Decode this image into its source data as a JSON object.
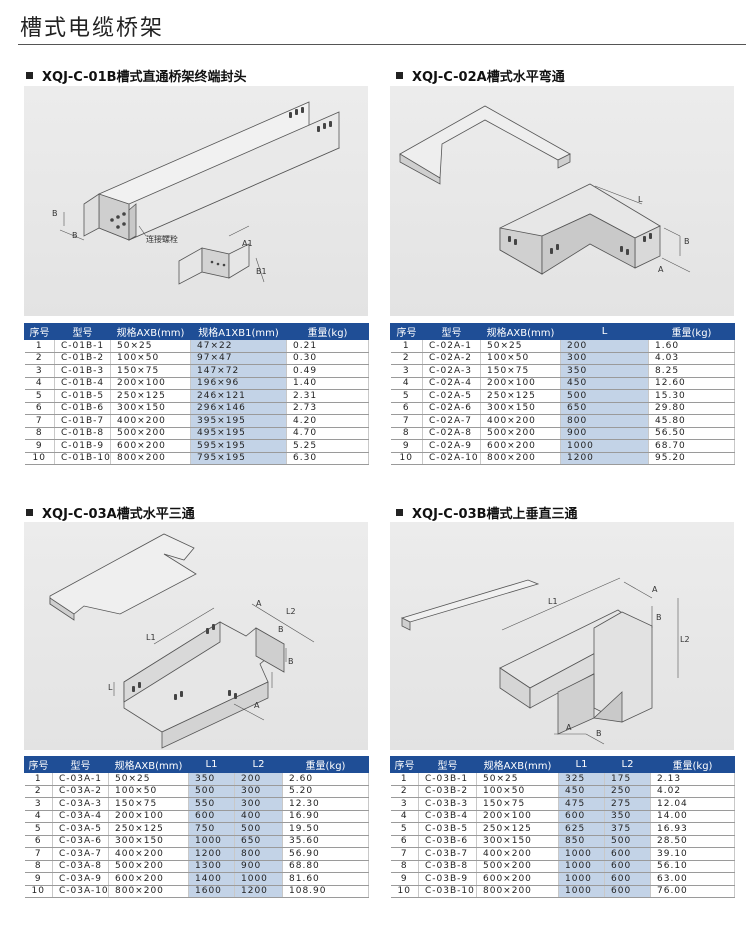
{
  "page_title": "槽式电缆桥架",
  "sections": [
    {
      "heading": "XQJ-C-01B槽式直通桥架终端封头",
      "labels": {
        "b1": "B",
        "b2": "B",
        "connector": "连接螺栓",
        "a1": "A1",
        "bb1": "B1"
      },
      "columns": [
        "序号",
        "型号",
        "规格AXB(mm)",
        "规格A1XB1(mm)",
        "重量(kg)"
      ],
      "rows": [
        [
          "1",
          "C-01B-1",
          "50×25",
          "47×22",
          "0.21"
        ],
        [
          "2",
          "C-01B-2",
          "100×50",
          "97×47",
          "0.30"
        ],
        [
          "3",
          "C-01B-3",
          "150×75",
          "147×72",
          "0.49"
        ],
        [
          "4",
          "C-01B-4",
          "200×100",
          "196×96",
          "1.40"
        ],
        [
          "5",
          "C-01B-5",
          "250×125",
          "246×121",
          "2.31"
        ],
        [
          "6",
          "C-01B-6",
          "300×150",
          "296×146",
          "2.73"
        ],
        [
          "7",
          "C-01B-7",
          "400×200",
          "395×195",
          "4.20"
        ],
        [
          "8",
          "C-01B-8",
          "500×200",
          "495×195",
          "4.70"
        ],
        [
          "9",
          "C-01B-9",
          "600×200",
          "595×195",
          "5.25"
        ],
        [
          "10",
          "C-01B-10",
          "800×200",
          "795×195",
          "6.30"
        ]
      ]
    },
    {
      "heading": "XQJ-C-02A槽式水平弯通",
      "labels": {
        "l": "L",
        "b": "B",
        "a": "A"
      },
      "columns": [
        "序号",
        "型号",
        "规格AXB(mm)",
        "L",
        "重量(kg)"
      ],
      "rows": [
        [
          "1",
          "C-02A-1",
          "50×25",
          "200",
          "1.60"
        ],
        [
          "2",
          "C-02A-2",
          "100×50",
          "300",
          "4.03"
        ],
        [
          "3",
          "C-02A-3",
          "150×75",
          "350",
          "8.25"
        ],
        [
          "4",
          "C-02A-4",
          "200×100",
          "450",
          "12.60"
        ],
        [
          "5",
          "C-02A-5",
          "250×125",
          "500",
          "15.30"
        ],
        [
          "6",
          "C-02A-6",
          "300×150",
          "650",
          "29.80"
        ],
        [
          "7",
          "C-02A-7",
          "400×200",
          "800",
          "45.80"
        ],
        [
          "8",
          "C-02A-8",
          "500×200",
          "900",
          "56.50"
        ],
        [
          "9",
          "C-02A-9",
          "600×200",
          "1000",
          "68.70"
        ],
        [
          "10",
          "C-02A-10",
          "800×200",
          "1200",
          "95.20"
        ]
      ]
    },
    {
      "heading": "XQJ-C-03A槽式水平三通",
      "labels": {
        "a": "A",
        "l2": "L2",
        "b": "B",
        "l1": "L1",
        "b2": "B",
        "l": "L",
        "a2": "A"
      },
      "columns": [
        "序号",
        "型号",
        "规格AXB(mm)",
        "L1",
        "L2",
        "重量(kg)"
      ],
      "rows": [
        [
          "1",
          "C-03A-1",
          "50×25",
          "350",
          "200",
          "2.60"
        ],
        [
          "2",
          "C-03A-2",
          "100×50",
          "500",
          "300",
          "5.20"
        ],
        [
          "3",
          "C-03A-3",
          "150×75",
          "550",
          "300",
          "12.30"
        ],
        [
          "4",
          "C-03A-4",
          "200×100",
          "600",
          "400",
          "16.90"
        ],
        [
          "5",
          "C-03A-5",
          "250×125",
          "750",
          "500",
          "19.50"
        ],
        [
          "6",
          "C-03A-6",
          "300×150",
          "1000",
          "650",
          "35.60"
        ],
        [
          "7",
          "C-03A-7",
          "400×200",
          "1200",
          "800",
          "56.90"
        ],
        [
          "8",
          "C-03A-8",
          "500×200",
          "1300",
          "900",
          "68.80"
        ],
        [
          "9",
          "C-03A-9",
          "600×200",
          "1400",
          "1000",
          "81.60"
        ],
        [
          "10",
          "C-03A-10",
          "800×200",
          "1600",
          "1200",
          "108.90"
        ]
      ]
    },
    {
      "heading": "XQJ-C-03B槽式上垂直三通",
      "labels": {
        "l1": "L1",
        "a": "A",
        "b": "B",
        "l2": "L2",
        "a2": "A",
        "b2": "B"
      },
      "columns": [
        "序号",
        "型号",
        "规格AXB(mm)",
        "L1",
        "L2",
        "重量(kg)"
      ],
      "rows": [
        [
          "1",
          "C-03B-1",
          "50×25",
          "325",
          "175",
          "2.13"
        ],
        [
          "2",
          "C-03B-2",
          "100×50",
          "450",
          "250",
          "4.02"
        ],
        [
          "3",
          "C-03B-3",
          "150×75",
          "475",
          "275",
          "12.04"
        ],
        [
          "4",
          "C-03B-4",
          "200×100",
          "600",
          "350",
          "14.00"
        ],
        [
          "5",
          "C-03B-5",
          "250×125",
          "625",
          "375",
          "16.93"
        ],
        [
          "6",
          "C-03B-6",
          "300×150",
          "850",
          "500",
          "28.50"
        ],
        [
          "7",
          "C-03B-7",
          "400×200",
          "1000",
          "600",
          "39.10"
        ],
        [
          "8",
          "C-03B-8",
          "500×200",
          "1000",
          "600",
          "56.10"
        ],
        [
          "9",
          "C-03B-9",
          "600×200",
          "1000",
          "600",
          "63.00"
        ],
        [
          "10",
          "C-03B-10",
          "800×200",
          "1000",
          "600",
          "76.00"
        ]
      ]
    }
  ]
}
